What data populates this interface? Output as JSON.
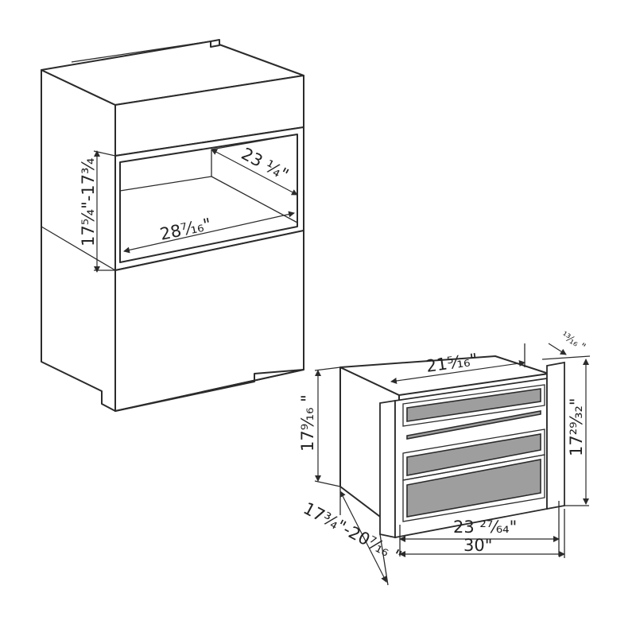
{
  "diagram": {
    "cabinet": {
      "opening_height": "17⁵⁄₄\"-17³⁄₄",
      "opening_depth": "23 ¼\"",
      "opening_width": "28⁷⁄₁₆\""
    },
    "oven": {
      "body_width": "21⁵⁄₁₆\"",
      "body_height": "17⁹⁄₁₆ \"",
      "trim_depth": "¹³⁄₁₆ \"",
      "front_height": "17²⁹⁄₃₂\"",
      "front_inner_width": "23 ²⁷⁄₆₄\"",
      "front_width": "30\"",
      "installed_depth": "17¾\"-20⁷⁄₁₆ \""
    }
  }
}
